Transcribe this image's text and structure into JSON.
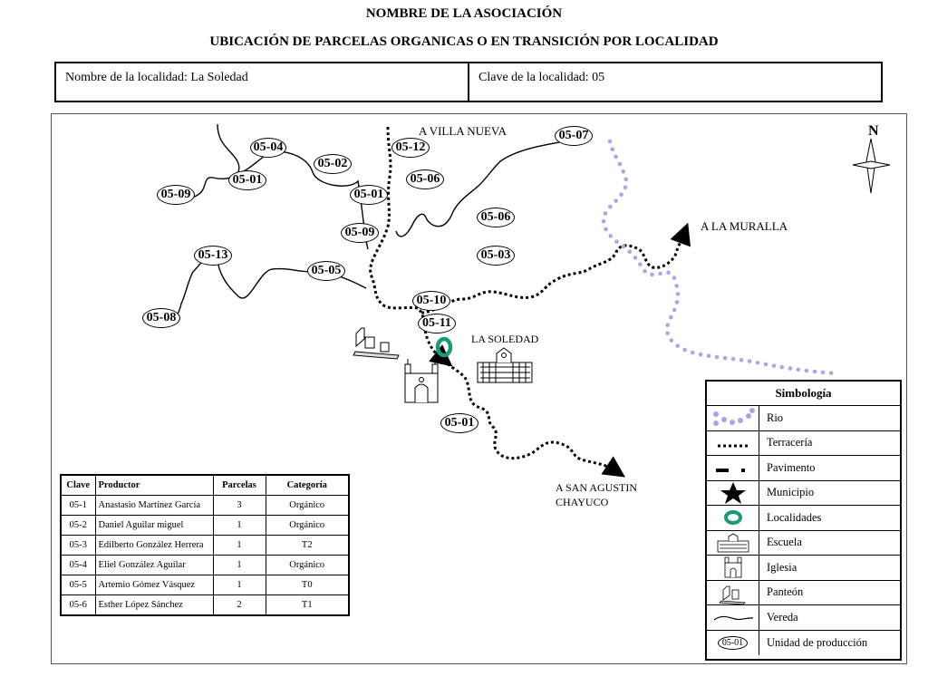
{
  "header": {
    "title": "NOMBRE DE LA ASOCIACIÓN",
    "subtitle": "UBICACIÓN DE PARCELAS ORGANICAS O EN TRANSICIÓN POR LOCALIDAD",
    "locality_name": "Nombre de la localidad: La Soledad",
    "locality_key": "Clave de la localidad: 05"
  },
  "map": {
    "north": "N",
    "places": {
      "villa_nueva": "A VILLA NUEVA",
      "muralla": "A LA MURALLA",
      "soledad": "LA SOLEDAD",
      "san_agustin_1": "A  SAN AGUSTIN",
      "san_agustin_2": "CHAYUCO"
    },
    "parcels": [
      "05-04",
      "05-02",
      "05-12",
      "05-07",
      "05-01",
      "05-06",
      "05-09",
      "05-01",
      "05-06",
      "05-09",
      "05-13",
      "05-03",
      "05-05",
      "05-10",
      "05-08",
      "05-11",
      "05-01"
    ],
    "colors": {
      "river": "#a6a6e8",
      "locality": "#1a9a7a"
    }
  },
  "producers": {
    "headers": [
      "Clave",
      "Productor",
      "Parcelas",
      "Categoría"
    ],
    "rows": [
      [
        "05-1",
        "Anastasio Martínez García",
        "3",
        "Orgánico"
      ],
      [
        "05-2",
        "Daniel Aguilar miguel",
        "1",
        "Orgánico"
      ],
      [
        "05-3",
        "Edilberto González Herrera",
        "1",
        "T2"
      ],
      [
        "05-4",
        "Eliel González Aguilar",
        "1",
        "Orgánico"
      ],
      [
        "05-5",
        "Artemio Gómez Vásquez",
        "1",
        "T0"
      ],
      [
        "05-6",
        "Esther López Sánchez",
        "2",
        "T1"
      ]
    ]
  },
  "legend": {
    "title": "Simbología",
    "items": [
      {
        "icon": "river-dots-icon",
        "label": "Rio"
      },
      {
        "icon": "dirt-road-icon",
        "label": "Terracería"
      },
      {
        "icon": "paved-road-icon",
        "label": "Pavimento"
      },
      {
        "icon": "star-icon",
        "label": "Municipio"
      },
      {
        "icon": "locality-ring-icon",
        "label": "Localidades"
      },
      {
        "icon": "school-icon",
        "label": "Escuela"
      },
      {
        "icon": "church-icon",
        "label": "Iglesia"
      },
      {
        "icon": "cemetery-icon",
        "label": "Panteón"
      },
      {
        "icon": "trail-icon",
        "label": "Vereda"
      },
      {
        "icon": "parcel-ellipse-icon",
        "label": "Unidad de producción",
        "sample": "05-01"
      }
    ]
  }
}
